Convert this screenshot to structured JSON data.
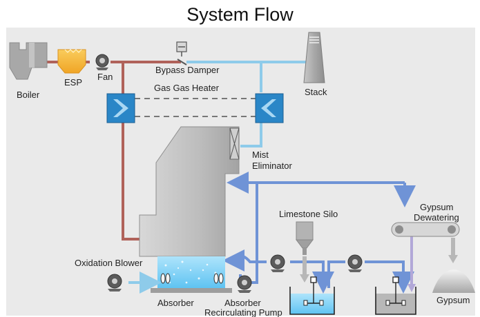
{
  "title": "System Flow",
  "colors": {
    "flue_gas": "#b0625a",
    "clean_gas": "#8ecbea",
    "slurry": "#6f93d6",
    "equipment": "#b7b7b7",
    "heater": "#2a86c7",
    "esp": "#f4b23a",
    "panel_bg": "#eaeaea"
  },
  "labels": {
    "boiler": "Boiler",
    "esp": "ESP",
    "fan": "Fan",
    "bypass_damper": "Bypass Damper",
    "stack": "Stack",
    "gas_gas_heater": "Gas Gas Heater",
    "mist_eliminator_1": "Mist",
    "mist_eliminator_2": "Eliminator",
    "limestone_silo": "Limestone Silo",
    "gypsum_dewatering_1": "Gypsum",
    "gypsum_dewatering_2": "Dewatering",
    "oxidation_blower": "Oxidation Blower",
    "absorber": "Absorber",
    "absorber_pump_1": "Absorber",
    "absorber_pump_2": "Recirculating Pump",
    "gypsum": "Gypsum"
  }
}
